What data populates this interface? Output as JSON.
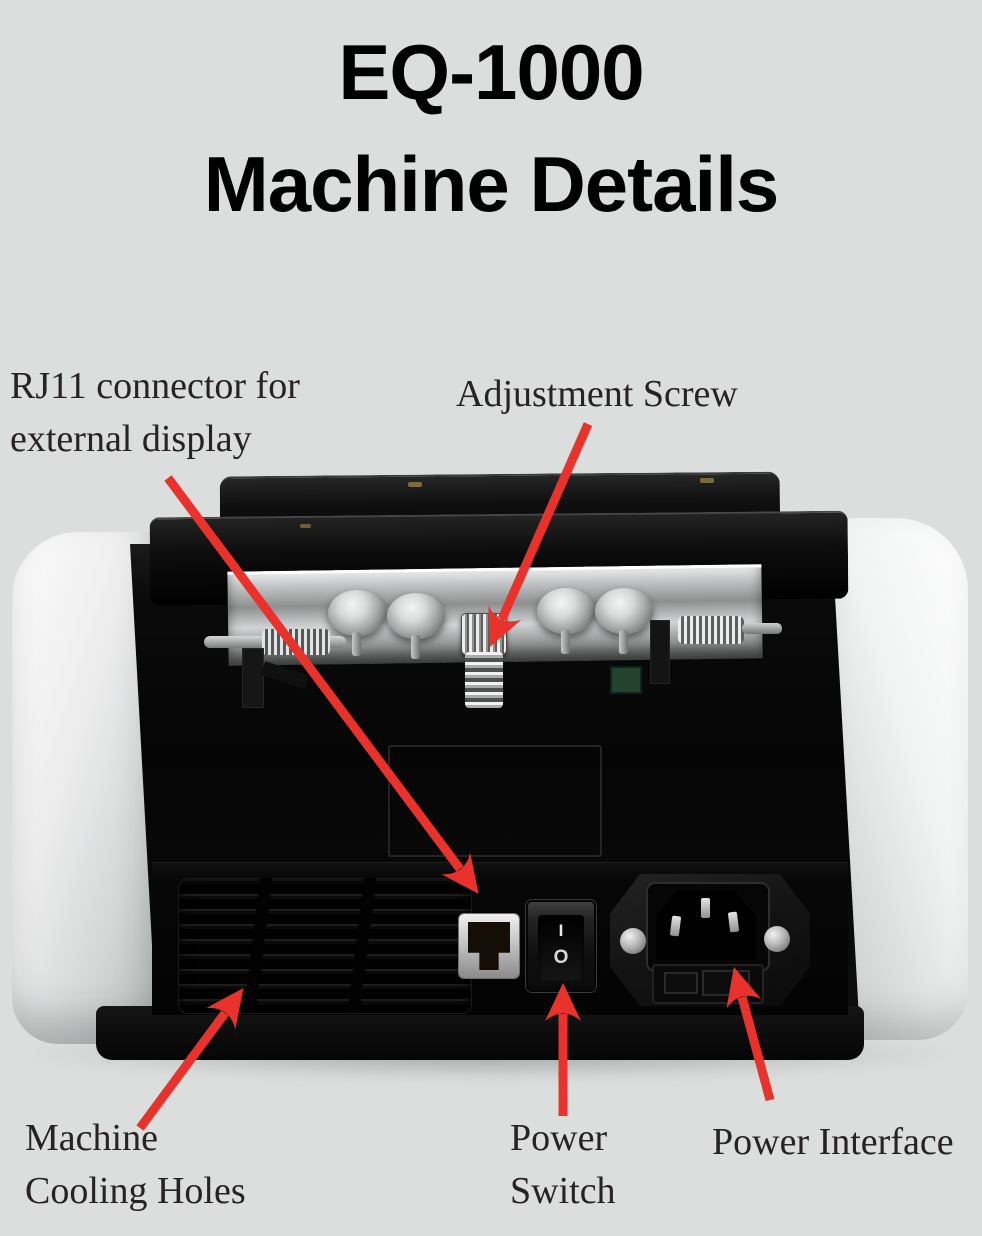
{
  "title": {
    "line1": "EQ-1000",
    "line2": "Machine Details"
  },
  "annotations": {
    "rj11": {
      "line1": "RJ11 connector for",
      "line2": "external display"
    },
    "adjustment_screw": {
      "text": "Adjustment Screw"
    },
    "cooling_holes": {
      "line1": "Machine",
      "line2": "Cooling Holes"
    },
    "power_switch": {
      "line1": "Power",
      "line2": "Switch"
    },
    "power_interface": {
      "text": "Power Interface"
    }
  },
  "machine": {
    "description": "Rear view photo of EQ-1000 bill counter",
    "power_switch_markings": {
      "on": "I",
      "off": "O"
    }
  },
  "colors": {
    "background": "#dcdddd",
    "arrow_red": "#e8322b",
    "title_text": "#000000",
    "label_text": "#272223",
    "body_black": "#0a0a0a",
    "panel_silver": "#ededee"
  }
}
